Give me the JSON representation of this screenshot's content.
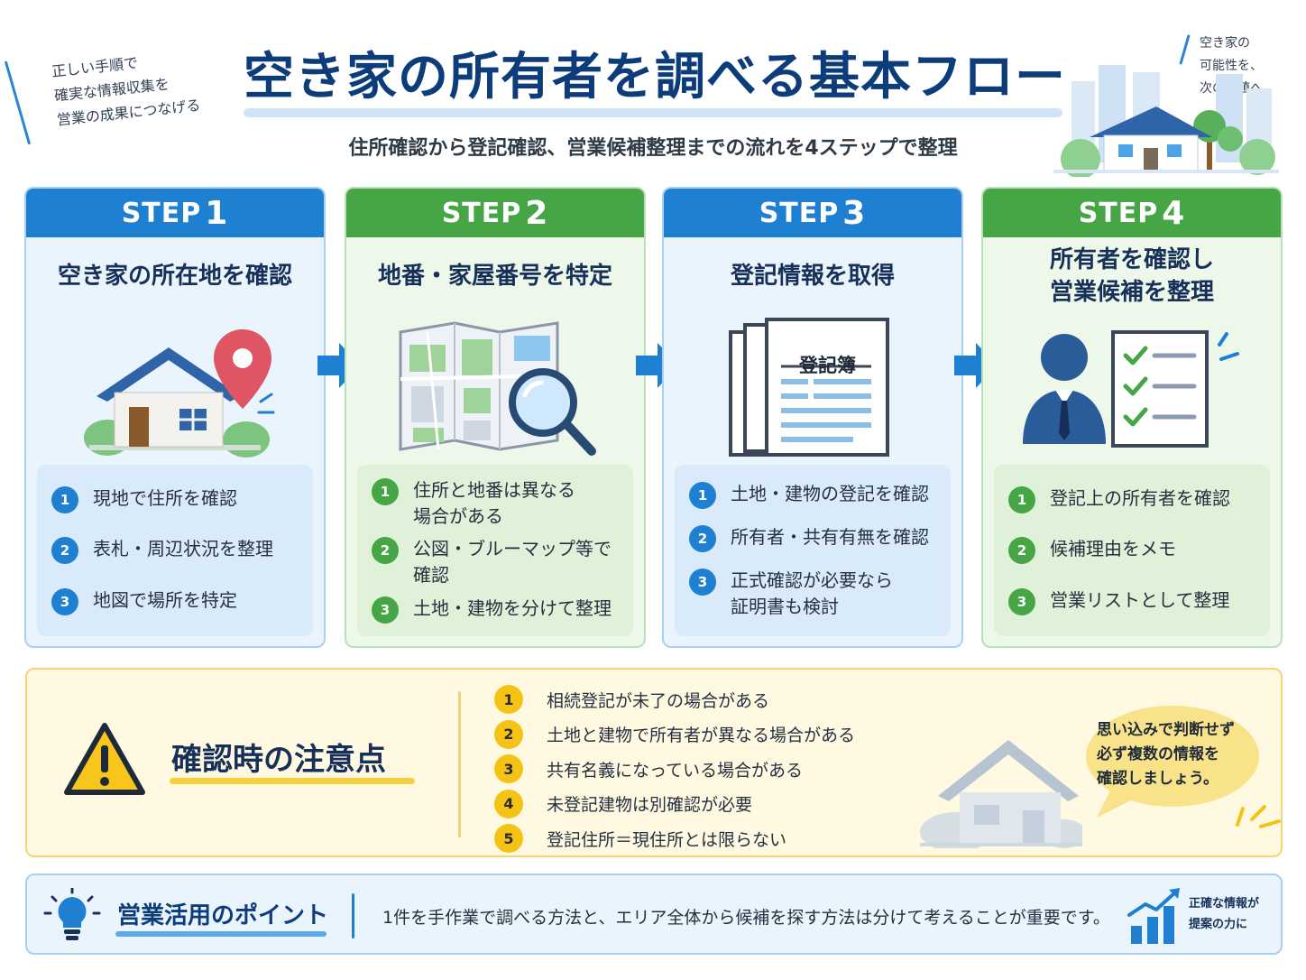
{
  "header": {
    "title": "空き家の所有者を調べる基本フロー",
    "subtitle": "住所確認から登記確認、営業候補整理までの流れを4ステップで整理",
    "tagline_left": [
      "正しい手順で",
      "確実な情報収集を",
      "営業の成果につなげる"
    ],
    "tagline_right": [
      "空き家の",
      "可能性を、",
      "次の価値へ。"
    ]
  },
  "steps": [
    {
      "label": "STEP",
      "number": "1",
      "color": "blue",
      "title": "空き家の所在地を確認",
      "illustration": "house-with-map-pin-icon",
      "items": [
        {
          "num": "1",
          "text": "現地で住所を確認"
        },
        {
          "num": "2",
          "text": "表札・周辺状況を整理"
        },
        {
          "num": "3",
          "text": "地図で場所を特定"
        }
      ]
    },
    {
      "label": "STEP",
      "number": "2",
      "color": "green",
      "title": "地番・家屋番号を特定",
      "illustration": "map-with-magnifier-icon",
      "items": [
        {
          "num": "1",
          "text": "住所と地番は異なる\n場合がある"
        },
        {
          "num": "2",
          "text": "公図・ブルーマップ等で\n確認"
        },
        {
          "num": "3",
          "text": "土地・建物を分けて整理"
        }
      ]
    },
    {
      "label": "STEP",
      "number": "3",
      "color": "blue",
      "title": "登記情報を取得",
      "illustration": "registry-document-icon",
      "doc_label": "登記簿",
      "items": [
        {
          "num": "1",
          "text": "土地・建物の登記を確認"
        },
        {
          "num": "2",
          "text": "所有者・共有有無を確認"
        },
        {
          "num": "3",
          "text": "正式確認が必要なら\n証明書も検討"
        }
      ]
    },
    {
      "label": "STEP",
      "number": "4",
      "color": "green",
      "title": "所有者を確認し\n営業候補を整理",
      "illustration": "person-with-checklist-icon",
      "items": [
        {
          "num": "1",
          "text": "登記上の所有者を確認"
        },
        {
          "num": "2",
          "text": "候補理由をメモ"
        },
        {
          "num": "3",
          "text": "営業リストとして整理"
        }
      ]
    }
  ],
  "caution": {
    "title": "確認時の注意点",
    "icon": "warning-triangle-icon",
    "items": [
      {
        "num": "1",
        "text": "相続登記が未了の場合がある"
      },
      {
        "num": "2",
        "text": "土地と建物で所有者が異なる場合がある"
      },
      {
        "num": "3",
        "text": "共有名義になっている場合がある"
      },
      {
        "num": "4",
        "text": "未登記建物は別確認が必要"
      },
      {
        "num": "5",
        "text": "登記住所＝現住所とは限らない"
      }
    ],
    "bubble": [
      "思い込みで判断せず",
      "必ず複数の情報を",
      "確認しましょう。"
    ]
  },
  "point": {
    "icon": "lightbulb-icon",
    "title": "営業活用のポイント",
    "text": "1件を手作業で調べる方法と、エリア全体から候補を探す方法は分けて考えることが重要です。",
    "side": [
      "正確な情報が",
      "提案の力に"
    ]
  },
  "colors": {
    "navy": "#0c3d7a",
    "blue": "#1f7fd0",
    "green": "#46a646",
    "yellow": "#f5c316",
    "red_pin": "#e05563"
  }
}
